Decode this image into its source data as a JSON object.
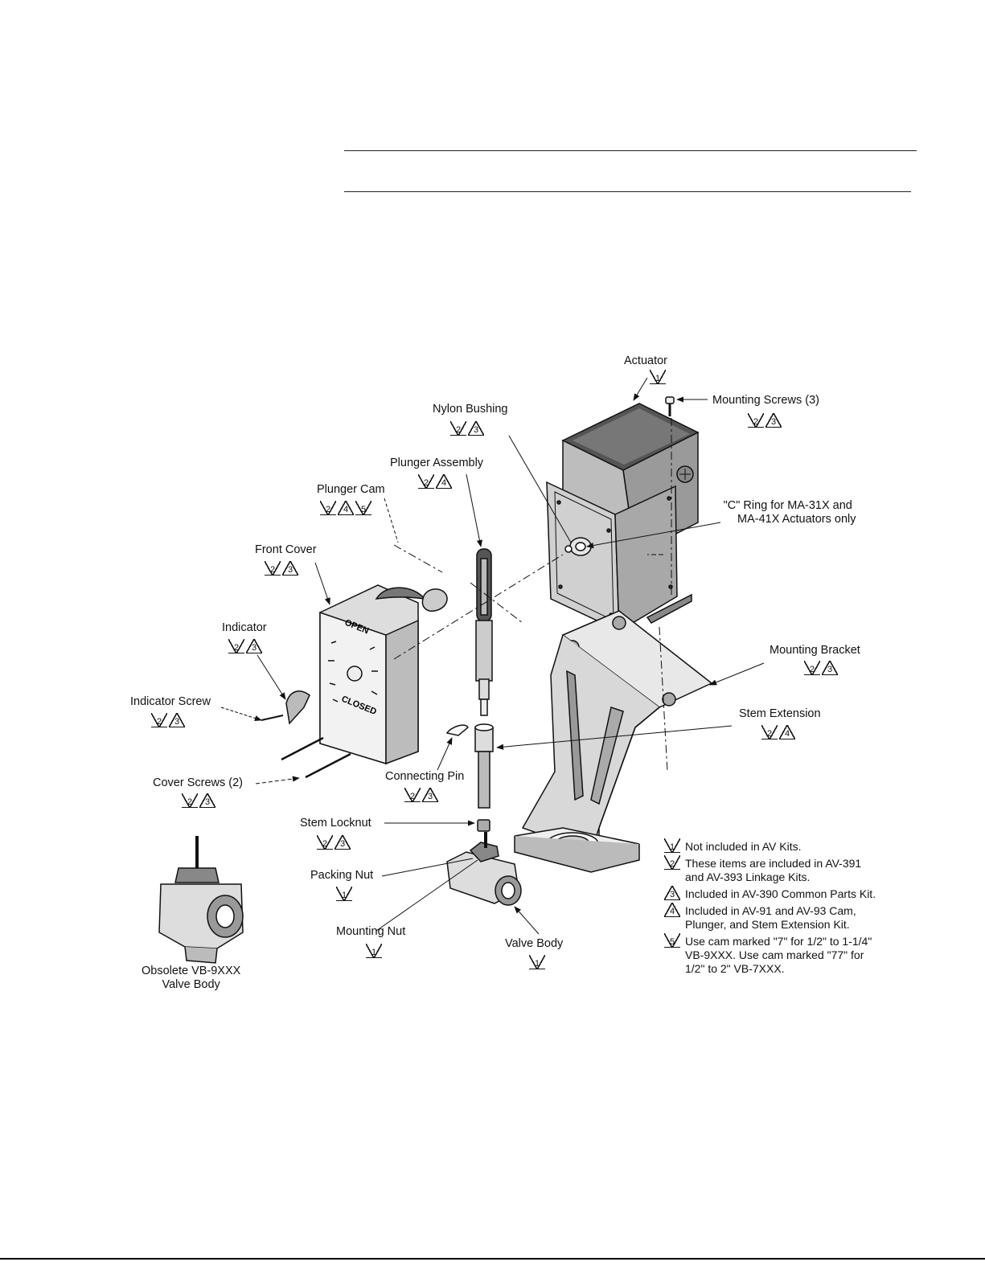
{
  "labels": {
    "actuator": "Actuator",
    "mounting_screws": "Mounting Screws (3)",
    "nylon_bushing": "Nylon Bushing",
    "plunger_assembly": "Plunger Assembly",
    "plunger_cam": "Plunger Cam",
    "front_cover": "Front Cover",
    "c_ring_line1": "\"C\" Ring for MA-31X and",
    "c_ring_line2": "MA-41X Actuators only",
    "indicator": "Indicator",
    "indicator_screw": "Indicator Screw",
    "mounting_bracket": "Mounting Bracket",
    "stem_extension": "Stem Extension",
    "cover_screws": "Cover Screws (2)",
    "connecting_pin": "Connecting Pin",
    "stem_locknut": "Stem Locknut",
    "packing_nut": "Packing Nut",
    "mounting_nut": "Mounting Nut",
    "valve_body": "Valve Body",
    "obsolete_line1": "Obsolete VB-9XXX",
    "obsolete_line2": "Valve Body"
  },
  "cover_text": {
    "open": "OPEN",
    "closed": "CLOSED"
  },
  "note_numbers": {
    "n1": "1",
    "n2": "2",
    "n3": "3",
    "n4": "4",
    "n5": "5"
  },
  "legend": [
    {
      "num": "1",
      "lines": [
        "Not included in AV Kits."
      ]
    },
    {
      "num": "2",
      "lines": [
        "These items are included in AV-391",
        "and AV-393 Linkage Kits."
      ]
    },
    {
      "num": "3",
      "lines": [
        "Included in AV-390 Common Parts Kit."
      ]
    },
    {
      "num": "4",
      "lines": [
        "Included in AV-91 and AV-93 Cam,",
        "Plunger, and Stem Extension Kit."
      ]
    },
    {
      "num": "5",
      "lines": [
        "Use cam marked \"7\" for 1/2\" to 1-1/4\"",
        "VB-9XXX. Use cam marked \"77\" for",
        "1/2\" to 2\" VB-7XXX."
      ]
    }
  ]
}
